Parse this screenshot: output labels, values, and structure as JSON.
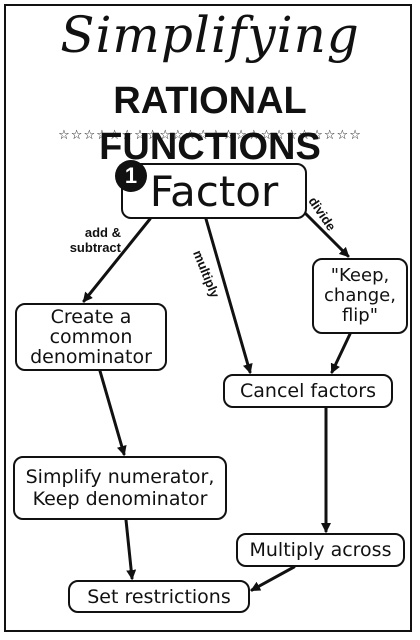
{
  "title": "Simplifying",
  "subtitle": "RATIONAL FUNCTIONS",
  "stars": "☆☆☆☆☆☆☆☆☆☆☆☆☆☆☆☆☆☆☆☆☆☆☆☆",
  "nodes": {
    "factor": {
      "step": "1",
      "label": "Factor"
    },
    "common_denominator": {
      "lines": [
        "Create a",
        "common",
        "denominator"
      ]
    },
    "keep_change_flip": {
      "lines": [
        "\"Keep,",
        "change,",
        "flip\""
      ]
    },
    "cancel_factors": {
      "label": "Cancel factors"
    },
    "simplify_numerator": {
      "lines": [
        "Simplify numerator,",
        "Keep denominator"
      ]
    },
    "multiply_across": {
      "label": "Multiply across"
    },
    "set_restrictions": {
      "label": "Set restrictions"
    }
  },
  "edge_labels": {
    "add_subtract": [
      "add &",
      "subtract"
    ],
    "multiply": "multiply",
    "divide": "divide"
  }
}
